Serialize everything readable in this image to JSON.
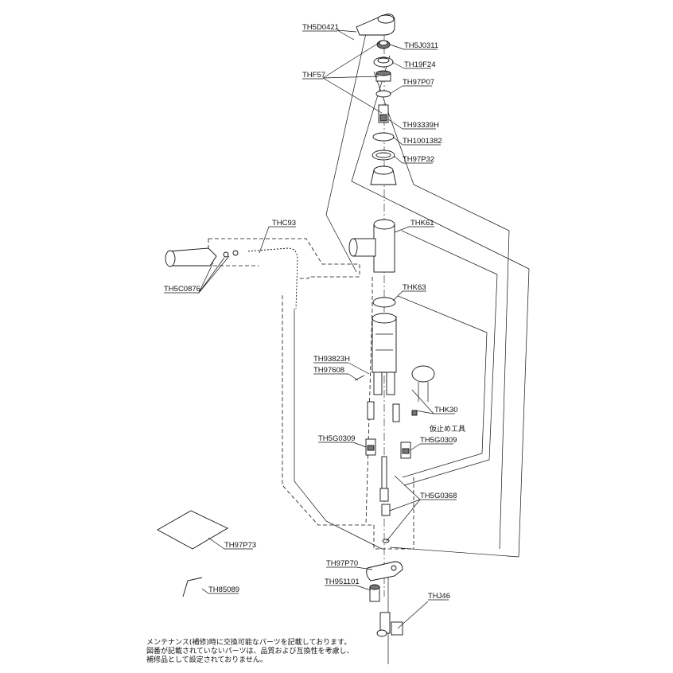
{
  "labels": {
    "TH5D0421": "TH5D0421",
    "TH5J0311": "TH5J0311",
    "TH19F24": "TH19F24",
    "THF57": "THF57",
    "TH97P07": "TH97P07",
    "TH93339H": "TH93339H",
    "TH1001382": "TH1001382",
    "TH97P32": "TH97P32",
    "THC93": "THC93",
    "THK61": "THK61",
    "TH5C0876": "TH5C0876",
    "THK63": "THK63",
    "TH93823H": "TH93823H",
    "TH97608": "TH97608",
    "THK30": "THK30",
    "TH5G0309_left": "TH5G0309",
    "TH5G0309_right": "TH5G0309",
    "TH5G0368": "TH5G0368",
    "TH97P73": "TH97P73",
    "TH97P70": "TH97P70",
    "TH951101": "TH951101",
    "TH85089": "TH85089",
    "THJ46": "THJ46"
  },
  "temp_tool_label": "仮止め工具",
  "notes": [
    "メンテナンス(補修)時に交換可能なパーツを記載しております。",
    "図番が記載されていないパーツは、品質および互換性を考慮し、",
    "補修品として設定されておりません。"
  ]
}
